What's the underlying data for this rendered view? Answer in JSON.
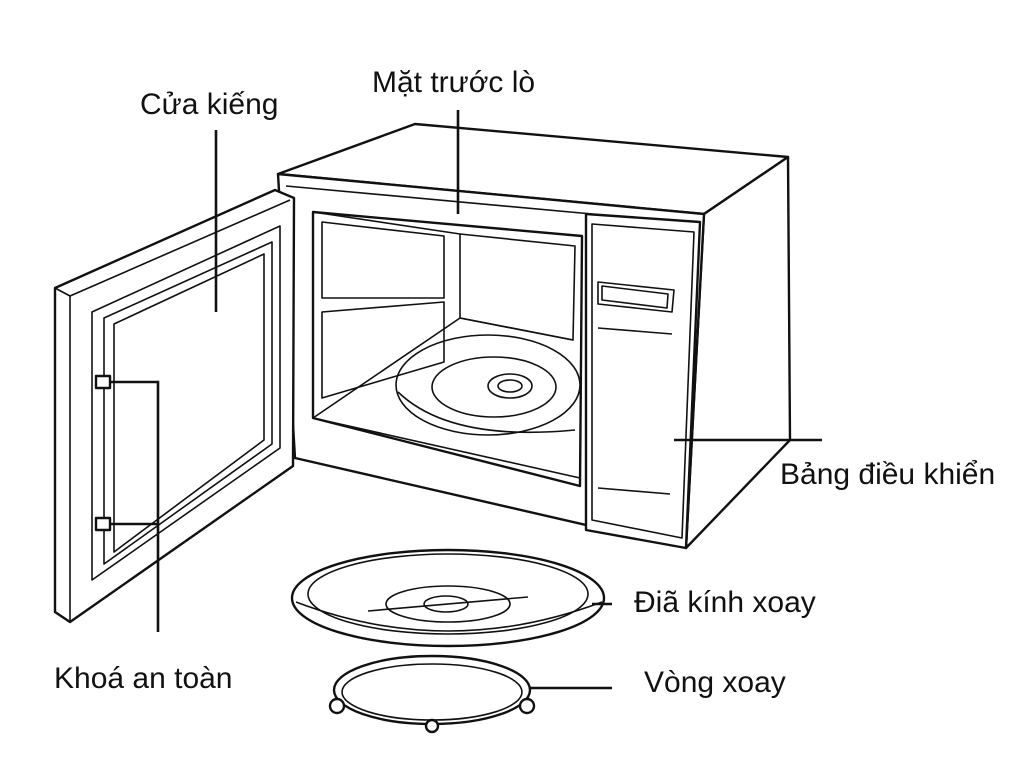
{
  "labels": {
    "glass_door": "Cửa kiếng",
    "oven_front": "Mặt trước lò",
    "control_panel": "Bảng điều khiển",
    "turntable_plate": "Điã kính xoay",
    "rotating_ring": "Vòng xoay",
    "safety_lock": "Khoá an toàn"
  }
}
